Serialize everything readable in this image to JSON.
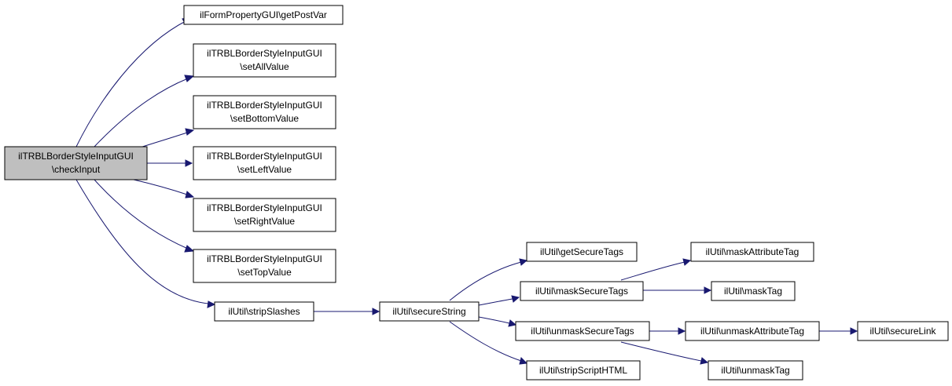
{
  "nodes": {
    "checkInput": [
      "ilTRBLBorderStyleInputGUI",
      "\\checkInput"
    ],
    "getPostVar": [
      "ilFormPropertyGUI\\getPostVar"
    ],
    "setAllValue": [
      "ilTRBLBorderStyleInputGUI",
      "\\setAllValue"
    ],
    "setBottomValue": [
      "ilTRBLBorderStyleInputGUI",
      "\\setBottomValue"
    ],
    "setLeftValue": [
      "ilTRBLBorderStyleInputGUI",
      "\\setLeftValue"
    ],
    "setRightValue": [
      "ilTRBLBorderStyleInputGUI",
      "\\setRightValue"
    ],
    "setTopValue": [
      "ilTRBLBorderStyleInputGUI",
      "\\setTopValue"
    ],
    "stripSlashes": [
      "ilUtil\\stripSlashes"
    ],
    "secureString": [
      "ilUtil\\secureString"
    ],
    "getSecureTags": [
      "ilUtil\\getSecureTags"
    ],
    "maskSecureTags": [
      "ilUtil\\maskSecureTags"
    ],
    "unmaskSecureTags": [
      "ilUtil\\unmaskSecureTags"
    ],
    "stripScriptHTML": [
      "ilUtil\\stripScriptHTML"
    ],
    "maskAttributeTag": [
      "ilUtil\\maskAttributeTag"
    ],
    "maskTag": [
      "ilUtil\\maskTag"
    ],
    "unmaskAttributeTag": [
      "ilUtil\\unmaskAttributeTag"
    ],
    "unmaskTag": [
      "ilUtil\\unmaskTag"
    ],
    "secureLink": [
      "ilUtil\\secureLink"
    ]
  },
  "colors": {
    "edge": "#191970",
    "root_fill": "#bfbfbf",
    "node_fill": "#ffffff",
    "border": "#000000"
  }
}
